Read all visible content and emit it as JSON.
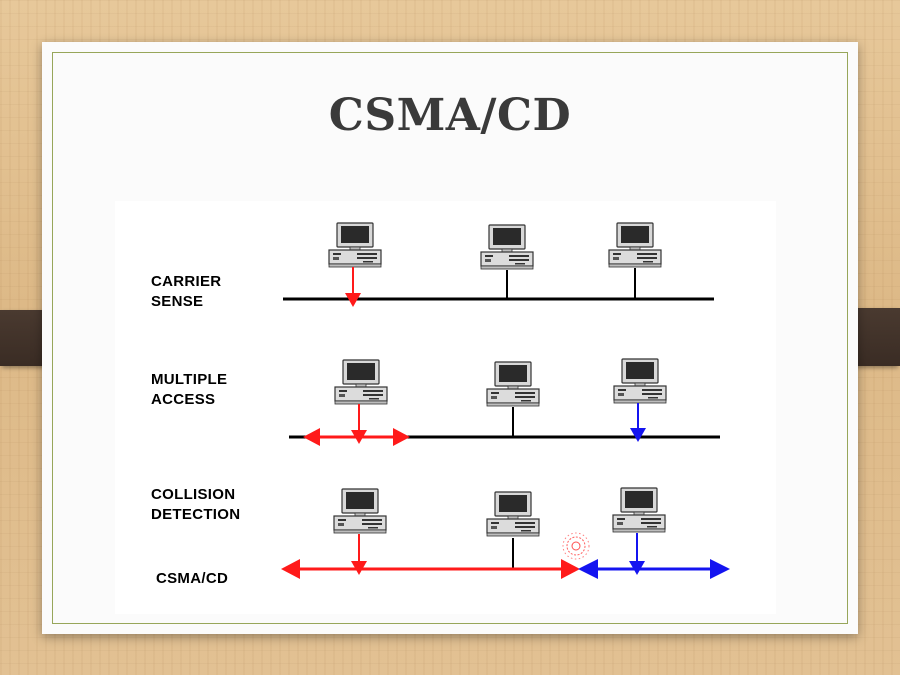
{
  "slide": {
    "title": "CSMA/CD"
  },
  "rows": [
    {
      "label_line1": "CARRIER",
      "label_line2": "SENSE"
    },
    {
      "label_line1": "MULTIPLE",
      "label_line2": "ACCESS"
    },
    {
      "label_line1": "COLLISION",
      "label_line2": "DETECTION"
    }
  ],
  "footer_label": "CSMA/CD",
  "colors": {
    "signal_red": "#ff1a1a",
    "signal_blue": "#1414f0",
    "bus": "#000000",
    "tape": "#3f3028",
    "frame": "#97a65a"
  },
  "icons": [
    "desktop-computer-icon",
    "collision-burst-icon"
  ]
}
